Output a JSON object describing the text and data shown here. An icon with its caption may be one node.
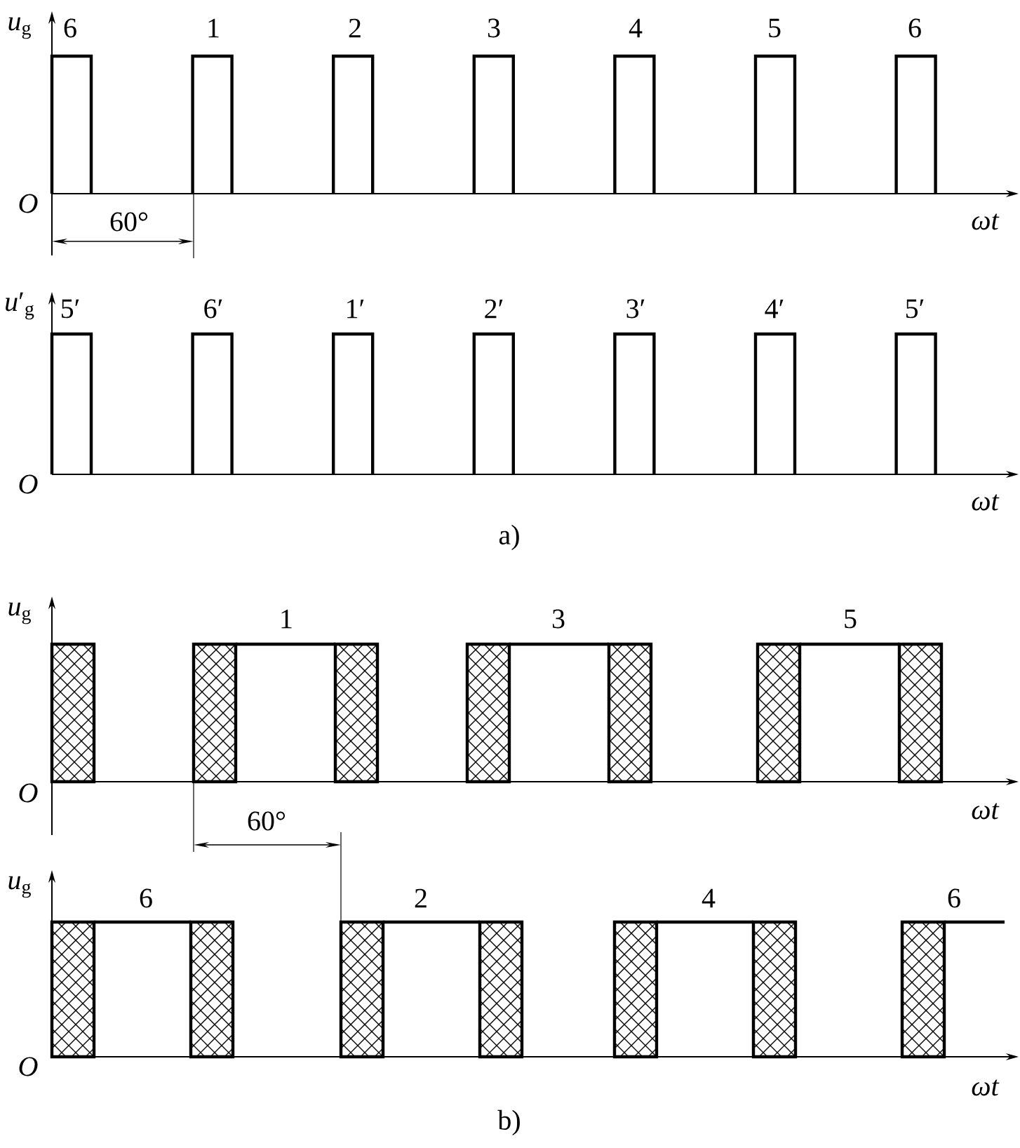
{
  "diagram": {
    "labels": [
      "*u*$_{g}$",
      "6",
      "1",
      "2",
      "3",
      "4",
      "5",
      "6",
      "O",
      "60°",
      "ωt",
      "*u*′$_{g}$",
      "5′",
      "6′",
      "1′",
      "2′",
      "3′",
      "4′",
      "5′",
      "O",
      "ωt",
      "a)",
      "*u*$_{g}$",
      "1",
      "3",
      "5",
      "O",
      "ωt",
      "60°",
      "*u*$_{g}$",
      "6",
      "2",
      "4",
      "6",
      "O",
      "ωt",
      "b)"
    ]
  }
}
